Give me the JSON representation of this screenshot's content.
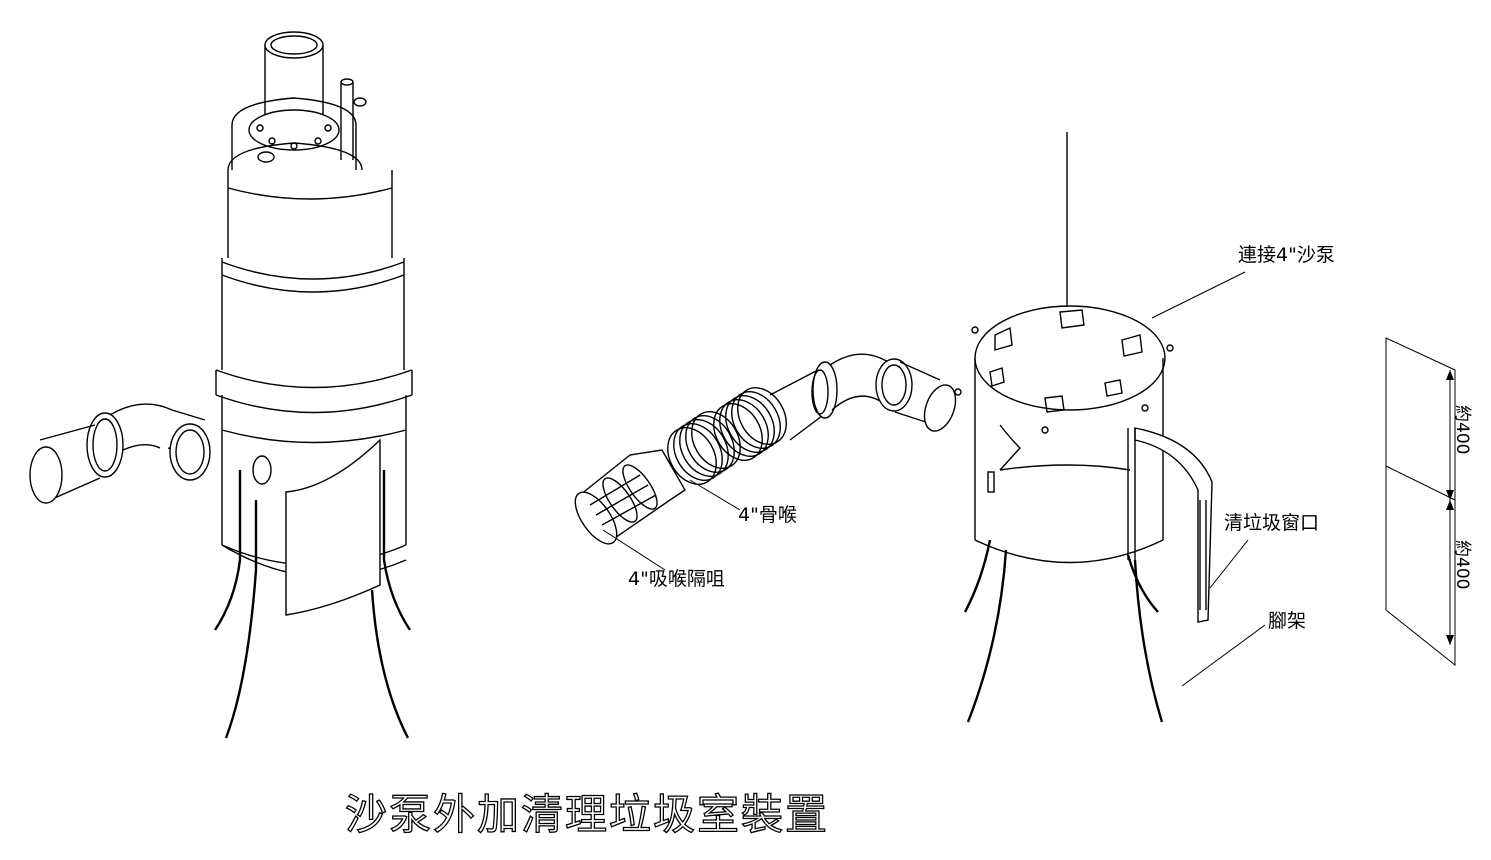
{
  "title": "沙泵外加清理垃圾室裝置",
  "labels": {
    "connect_pump": "連接4\"沙泵",
    "elbow": "4\"骨喉",
    "intake_screen": "4\"吸喉隔咀",
    "cleanout_window": "清垃圾窗口",
    "legs": "腳架"
  },
  "dimensions": {
    "upper": "約400",
    "lower": "約400"
  }
}
